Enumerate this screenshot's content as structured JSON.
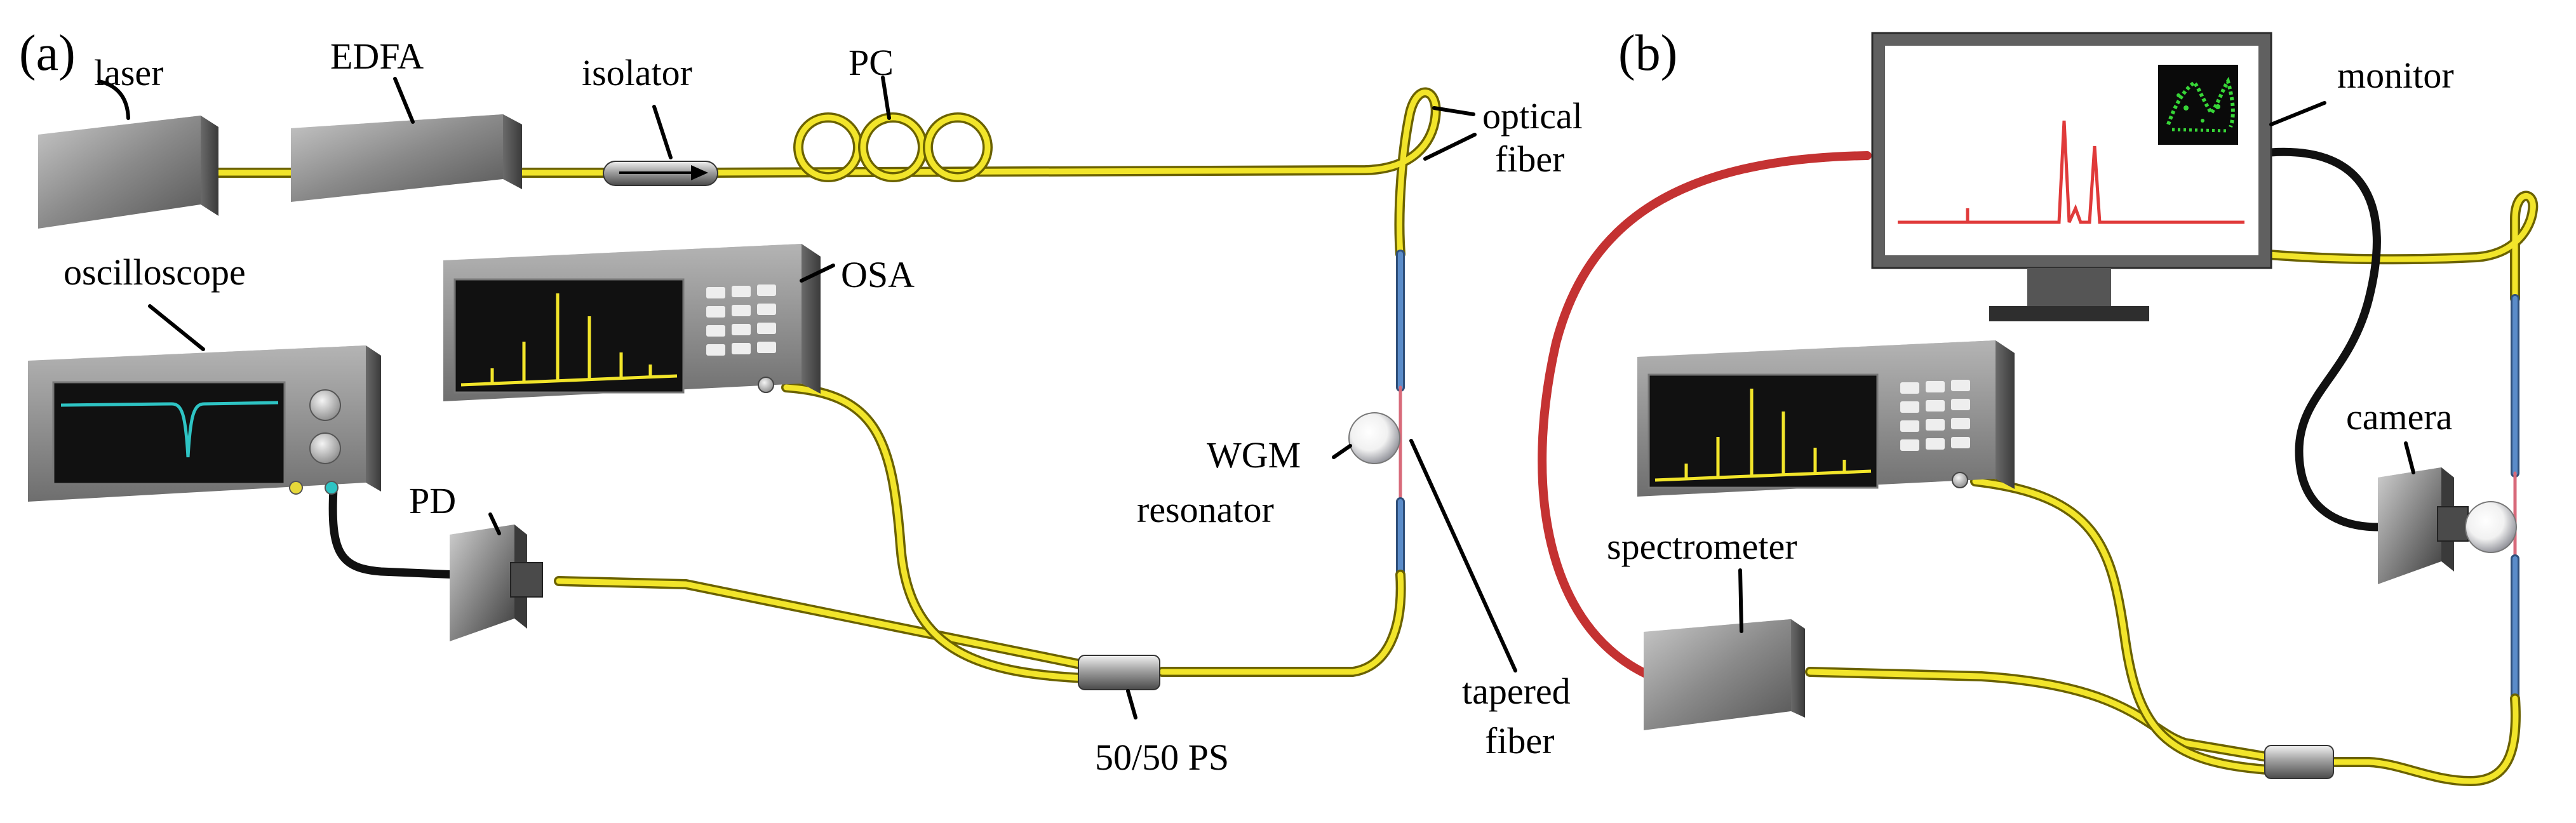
{
  "panel_a": {
    "tag": "(a)",
    "labels": {
      "laser": "laser",
      "edfa": "EDFA",
      "isolator": "isolator",
      "pc": "PC",
      "optical_fiber_line1": "optical",
      "optical_fiber_line2": "fiber",
      "oscilloscope": "oscilloscope",
      "osa": "OSA",
      "wgm_line1": "WGM",
      "wgm_line2": "resonator",
      "pd": "PD",
      "splitter": "50/50 PS",
      "tapered_line1": "tapered",
      "tapered_line2": "fiber"
    }
  },
  "panel_b": {
    "tag": "(b)",
    "labels": {
      "monitor": "monitor",
      "camera": "camera",
      "spectrometer": "spectrometer"
    }
  },
  "colors": {
    "fiber_yellow": "#f2e52a",
    "cable_red": "#c43232",
    "cable_black": "#111111",
    "taper_pink": "#d86a7a",
    "fiber_blue": "#5b8cc9",
    "trace_cyan": "#2ec4c4",
    "spectrum_red": "#e03a3a",
    "image_green": "#37d637"
  }
}
